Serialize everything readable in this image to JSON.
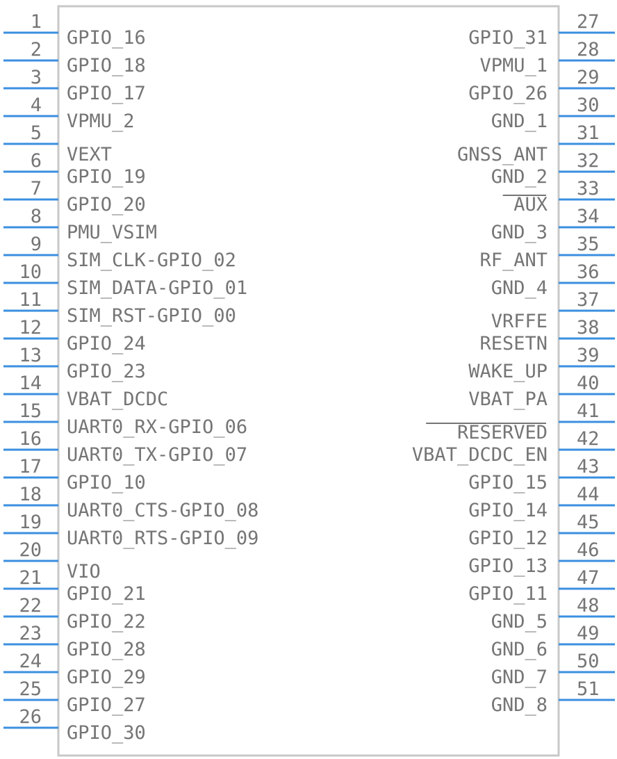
{
  "component": {
    "left_pins": [
      {
        "num": "1",
        "label": "GPIO_16"
      },
      {
        "num": "2",
        "label": "GPIO_18"
      },
      {
        "num": "3",
        "label": "GPIO_17"
      },
      {
        "num": "4",
        "label": "VPMU_2"
      },
      {
        "num": "5",
        "label": "VEXT"
      },
      {
        "num": "6",
        "label": "GPIO_19"
      },
      {
        "num": "7",
        "label": "GPIO_20"
      },
      {
        "num": "8",
        "label": "PMU_VSIM"
      },
      {
        "num": "9",
        "label": "SIM_CLK-GPIO_02"
      },
      {
        "num": "10",
        "label": "SIM_DATA-GPIO_01"
      },
      {
        "num": "11",
        "label": "SIM_RST-GPIO_00"
      },
      {
        "num": "12",
        "label": "GPIO_24"
      },
      {
        "num": "13",
        "label": "GPIO_23"
      },
      {
        "num": "14",
        "label": "VBAT_DCDC"
      },
      {
        "num": "15",
        "label": "UART0_RX-GPIO_06"
      },
      {
        "num": "16",
        "label": "UART0_TX-GPIO_07"
      },
      {
        "num": "17",
        "label": "GPIO_10"
      },
      {
        "num": "18",
        "label": "UART0_CTS-GPIO_08"
      },
      {
        "num": "19",
        "label": "UART0_RTS-GPIO_09"
      },
      {
        "num": "20",
        "label": "VIO"
      },
      {
        "num": "21",
        "label": "GPIO_21"
      },
      {
        "num": "22",
        "label": "GPIO_22"
      },
      {
        "num": "23",
        "label": "GPIO_28"
      },
      {
        "num": "24",
        "label": "GPIO_29"
      },
      {
        "num": "25",
        "label": "GPIO_27"
      },
      {
        "num": "26",
        "label": "GPIO_30"
      }
    ],
    "right_pins": [
      {
        "num": "27",
        "label": "GPIO_31"
      },
      {
        "num": "28",
        "label": "VPMU_1"
      },
      {
        "num": "29",
        "label": "GPIO_26"
      },
      {
        "num": "30",
        "label": "GND_1"
      },
      {
        "num": "31",
        "label": "GNSS_ANT"
      },
      {
        "num": "32",
        "label": "GND_2"
      },
      {
        "num": "33",
        "label": "AUX",
        "overline": true
      },
      {
        "num": "34",
        "label": "GND_3"
      },
      {
        "num": "35",
        "label": "RF_ANT"
      },
      {
        "num": "36",
        "label": "GND_4"
      },
      {
        "num": "37",
        "label": "VRFFE"
      },
      {
        "num": "38",
        "label": "RESETN"
      },
      {
        "num": "39",
        "label": "WAKE_UP"
      },
      {
        "num": "40",
        "label": "VBAT_PA"
      },
      {
        "num": "41",
        "label": "RESERVED",
        "overline": true
      },
      {
        "num": "42",
        "label": "VBAT_DCDC_EN"
      },
      {
        "num": "43",
        "label": "GPIO_15"
      },
      {
        "num": "44",
        "label": "GPIO_14"
      },
      {
        "num": "45",
        "label": "GPIO_12"
      },
      {
        "num": "46",
        "label": "GPIO_13"
      },
      {
        "num": "47",
        "label": "GPIO_11"
      },
      {
        "num": "48",
        "label": "GND_5"
      },
      {
        "num": "49",
        "label": "GND_6"
      },
      {
        "num": "50",
        "label": "GND_7"
      },
      {
        "num": "51",
        "label": "GND_8"
      }
    ]
  },
  "colors": {
    "pin_line": "#3b8fe0",
    "text": "#757575",
    "body_outline": "#c8c8c8"
  }
}
